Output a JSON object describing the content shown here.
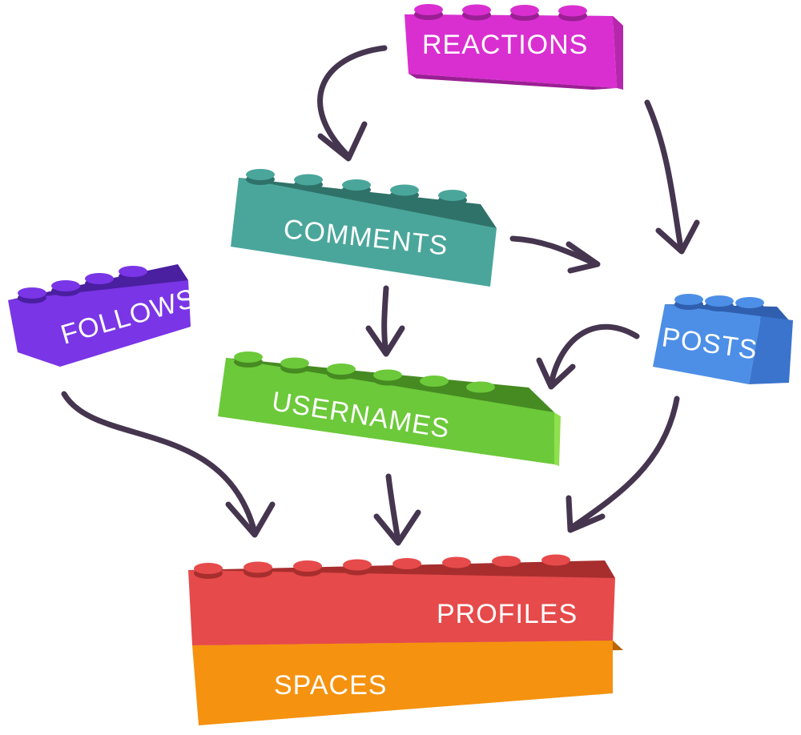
{
  "diagram": {
    "blocks": [
      {
        "key": "reactions",
        "label": "REACTIONS",
        "color": "#d92fd0",
        "dark": "#9a1f94",
        "side": "#b727ae"
      },
      {
        "key": "comments",
        "label": "COMMENTS",
        "color": "#4aa69b",
        "dark": "#2f726a",
        "side": "#3c8c83"
      },
      {
        "key": "follows",
        "label": "FOLLOWS",
        "color": "#7a35e6",
        "dark": "#4a1fa0",
        "side": "#5e29c2"
      },
      {
        "key": "usernames",
        "label": "USERNAMES",
        "color": "#6cc93a",
        "dark": "#468a22",
        "side": "#8ee04c"
      },
      {
        "key": "posts",
        "label": "POSTS",
        "color": "#4d8fe6",
        "dark": "#2f5fae",
        "side": "#3a74cc"
      },
      {
        "key": "profiles",
        "label": "PROFILES",
        "color": "#e64a4a",
        "dark": "#a82e2e",
        "side": "#c93c3c"
      },
      {
        "key": "spaces",
        "label": "SPACES",
        "color": "#f5920f",
        "dark": "#b86508",
        "side": "#e07f0a"
      }
    ],
    "arrow_color": "#45354f",
    "connections": [
      {
        "from": "reactions",
        "to": "comments"
      },
      {
        "from": "reactions",
        "to": "posts"
      },
      {
        "from": "comments",
        "to": "posts"
      },
      {
        "from": "comments",
        "to": "usernames"
      },
      {
        "from": "posts",
        "to": "usernames"
      },
      {
        "from": "follows",
        "to": "profiles"
      },
      {
        "from": "usernames",
        "to": "profiles"
      },
      {
        "from": "posts",
        "to": "profiles"
      }
    ]
  }
}
